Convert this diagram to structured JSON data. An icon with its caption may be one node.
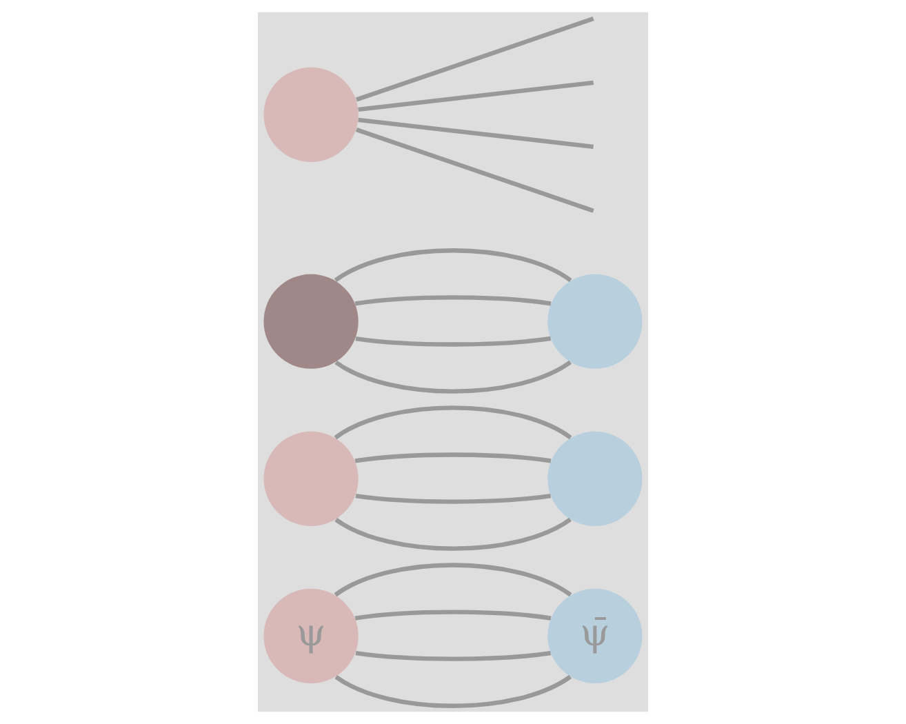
{
  "diagram": {
    "nodes": [
      {
        "text": [
          "ψ"
        ]
      },
      {
        "text": [
          "ψ̄"
        ]
      },
      {
        "text": [],
        "shape": "circle"
      },
      {
        "text": [],
        "shape": "circle"
      },
      {
        "text": [],
        "shape": "circle"
      },
      {
        "text": [],
        "shape": "circle"
      },
      {
        "text": [],
        "shape": "circle"
      }
    ],
    "edges": [
      {
        "from": 0,
        "to": 1,
        "arrow": "none"
      },
      {
        "from": 0,
        "to": 1,
        "arrow": "none"
      },
      {
        "from": 0,
        "to": 1,
        "arrow": "none"
      },
      {
        "from": 0,
        "to": 1,
        "arrow": "none"
      },
      {
        "from": 2,
        "to": 3,
        "arrow": "none"
      },
      {
        "from": 2,
        "to": 3,
        "arrow": "none"
      },
      {
        "from": 2,
        "to": 3,
        "arrow": "none"
      },
      {
        "from": 2,
        "to": 3,
        "arrow": "none"
      },
      {
        "from": 4,
        "to": 5,
        "arrow": "none"
      },
      {
        "from": 4,
        "to": 5,
        "arrow": "none"
      },
      {
        "from": 4,
        "to": 5,
        "arrow": "none"
      },
      {
        "from": 4,
        "to": 5,
        "arrow": "none"
      },
      {
        "from": 6,
        "to": null,
        "arrow": "none"
      },
      {
        "from": 6,
        "to": null,
        "arrow": "none"
      },
      {
        "from": 6,
        "to": null,
        "arrow": "none"
      },
      {
        "from": 6,
        "to": null,
        "arrow": "none"
      }
    ]
  }
}
